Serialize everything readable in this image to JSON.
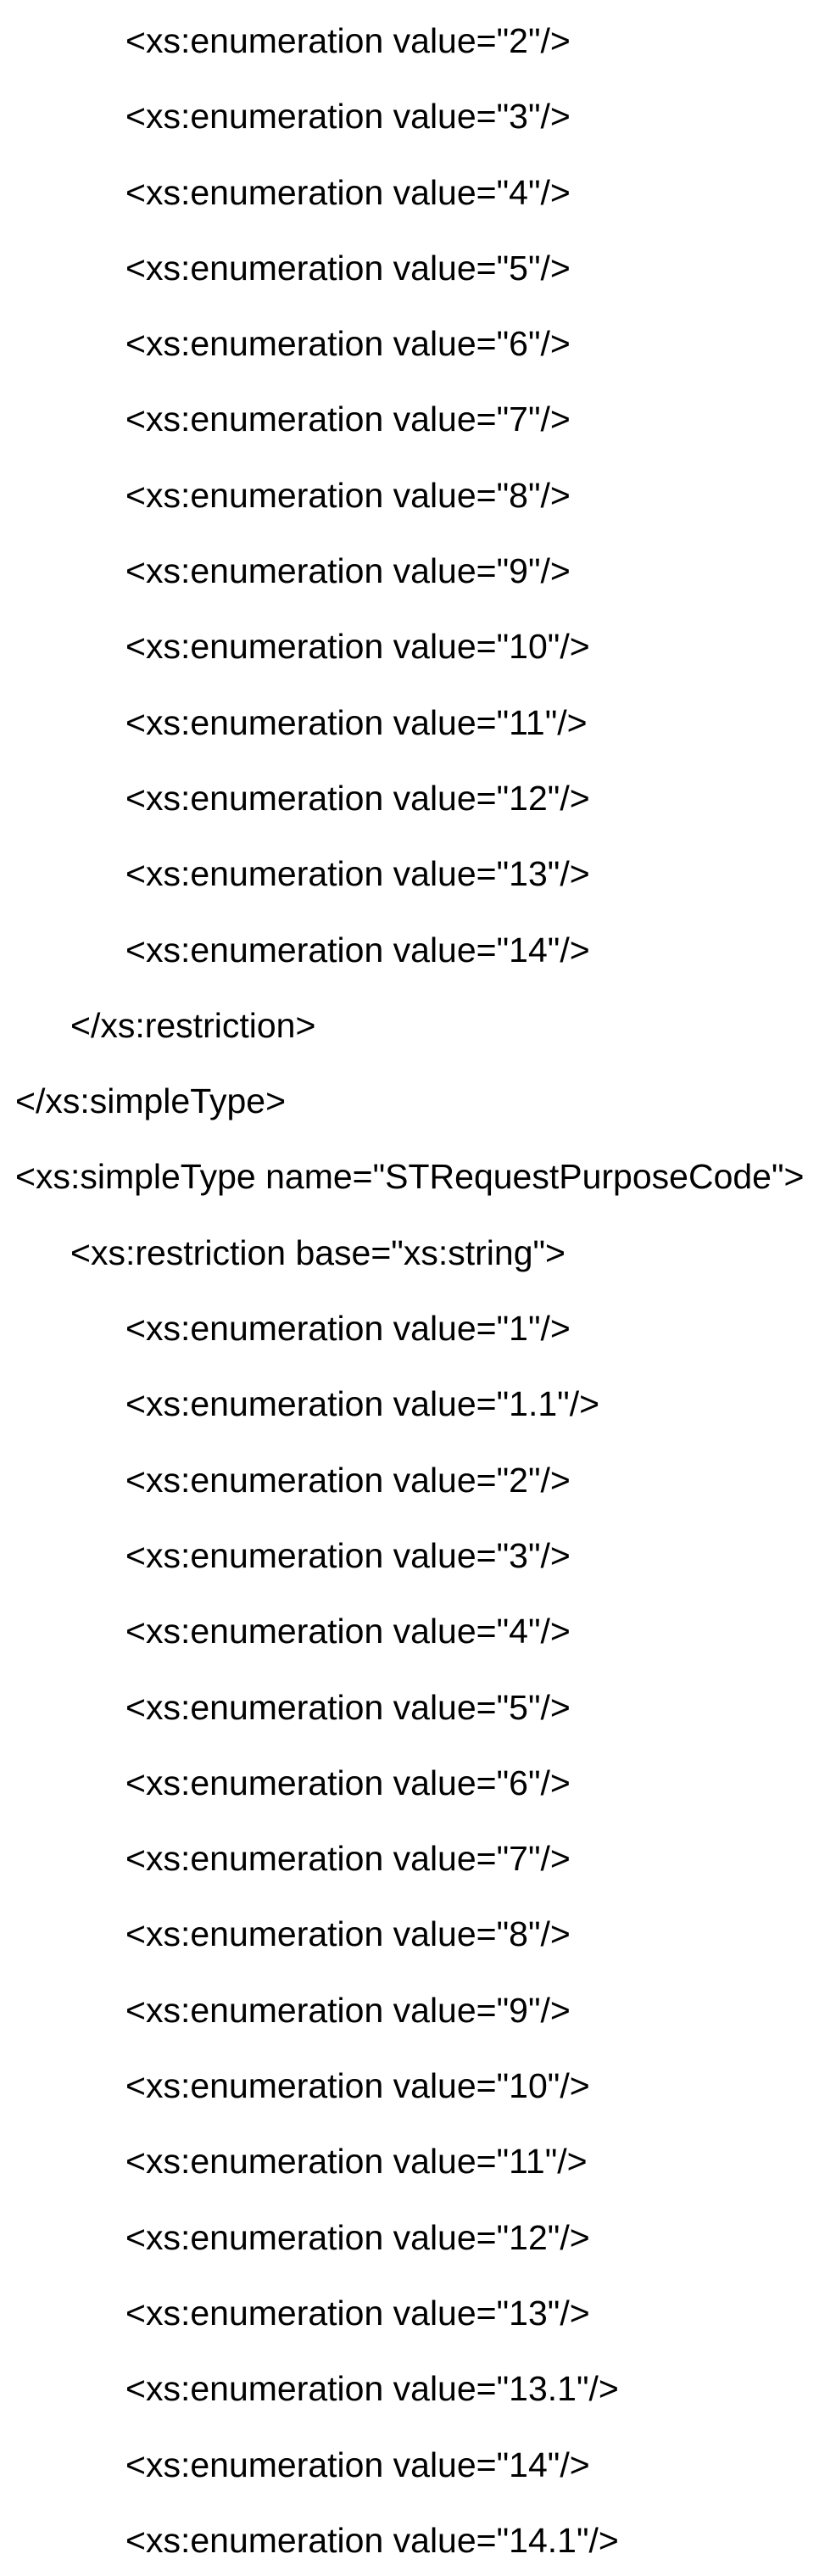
{
  "document": {
    "kind": "xml-schema-code",
    "background_color": "#ffffff",
    "text_color": "#000000",
    "lines": [
      {
        "indent": 2,
        "text": "<xs:enumeration value=\"2\"/>"
      },
      {
        "indent": 2,
        "text": "<xs:enumeration value=\"3\"/>"
      },
      {
        "indent": 2,
        "text": "<xs:enumeration value=\"4\"/>"
      },
      {
        "indent": 2,
        "text": "<xs:enumeration value=\"5\"/>"
      },
      {
        "indent": 2,
        "text": "<xs:enumeration value=\"6\"/>"
      },
      {
        "indent": 2,
        "text": "<xs:enumeration value=\"7\"/>"
      },
      {
        "indent": 2,
        "text": "<xs:enumeration value=\"8\"/>"
      },
      {
        "indent": 2,
        "text": "<xs:enumeration value=\"9\"/>"
      },
      {
        "indent": 2,
        "text": "<xs:enumeration value=\"10\"/>"
      },
      {
        "indent": 2,
        "text": "<xs:enumeration value=\"11\"/>"
      },
      {
        "indent": 2,
        "text": "<xs:enumeration value=\"12\"/>"
      },
      {
        "indent": 2,
        "text": "<xs:enumeration value=\"13\"/>"
      },
      {
        "indent": 2,
        "text": "<xs:enumeration value=\"14\"/>"
      },
      {
        "indent": 1,
        "text": "</xs:restriction>"
      },
      {
        "indent": 0,
        "text": "</xs:simpleType>"
      },
      {
        "indent": 0,
        "text": "<xs:simpleType name=\"STRequestPurposeCode\">"
      },
      {
        "indent": 1,
        "text": "<xs:restriction base=\"xs:string\">"
      },
      {
        "indent": 2,
        "text": "<xs:enumeration value=\"1\"/>"
      },
      {
        "indent": 2,
        "text": "<xs:enumeration value=\"1.1\"/>"
      },
      {
        "indent": 2,
        "text": "<xs:enumeration value=\"2\"/>"
      },
      {
        "indent": 2,
        "text": "<xs:enumeration value=\"3\"/>"
      },
      {
        "indent": 2,
        "text": "<xs:enumeration value=\"4\"/>"
      },
      {
        "indent": 2,
        "text": "<xs:enumeration value=\"5\"/>"
      },
      {
        "indent": 2,
        "text": "<xs:enumeration value=\"6\"/>"
      },
      {
        "indent": 2,
        "text": "<xs:enumeration value=\"7\"/>"
      },
      {
        "indent": 2,
        "text": "<xs:enumeration value=\"8\"/>"
      },
      {
        "indent": 2,
        "text": "<xs:enumeration value=\"9\"/>"
      },
      {
        "indent": 2,
        "text": "<xs:enumeration value=\"10\"/>"
      },
      {
        "indent": 2,
        "text": "<xs:enumeration value=\"11\"/>"
      },
      {
        "indent": 2,
        "text": "<xs:enumeration value=\"12\"/>"
      },
      {
        "indent": 2,
        "text": "<xs:enumeration value=\"13\"/>"
      },
      {
        "indent": 2,
        "text": "<xs:enumeration value=\"13.1\"/>"
      },
      {
        "indent": 2,
        "text": "<xs:enumeration value=\"14\"/>"
      },
      {
        "indent": 2,
        "text": "<xs:enumeration value=\"14.1\"/>"
      }
    ]
  }
}
